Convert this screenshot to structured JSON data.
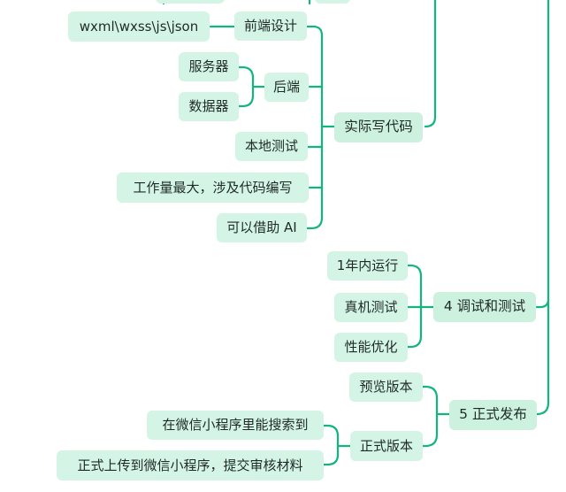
{
  "mindmap": {
    "branch_design": {
      "root": "实际写代码",
      "children": {
        "frontend": {
          "label": "前端设计",
          "leaf": "wxml\\wxss\\js\\json"
        },
        "backend": {
          "label": "后端",
          "leaves": [
            "服务器",
            "数据器"
          ]
        },
        "local_test": "本地测试",
        "workload": "工作量最大，涉及代码编写",
        "ai": "可以借助 AI"
      }
    },
    "branch_debug": {
      "label": "4 调试和测试",
      "children": [
        "1年内运行",
        "真机测试",
        "性能优化"
      ]
    },
    "branch_release": {
      "label": "5 正式发布",
      "preview": "预览版本",
      "official": {
        "label": "正式版本",
        "children": [
          "在微信小程序里能搜索到",
          "正式上传到微信小程序，提交审核材料"
        ]
      }
    }
  },
  "colors": {
    "line": "#12b57e",
    "node_bg": "#d4f5e6",
    "text": "#1f2a26"
  }
}
